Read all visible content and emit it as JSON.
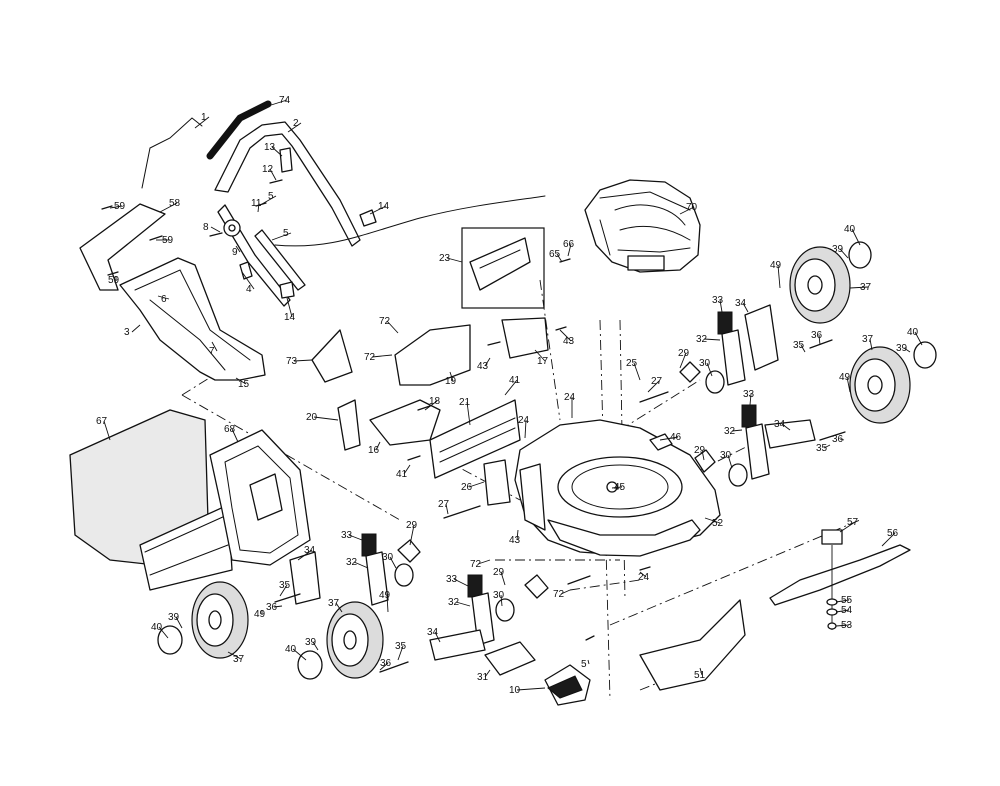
{
  "callouts": [
    {
      "label": "1"
    },
    {
      "label": "74"
    },
    {
      "label": "2"
    },
    {
      "label": "13"
    },
    {
      "label": "12"
    },
    {
      "label": "5"
    },
    {
      "label": "11"
    },
    {
      "label": "5"
    },
    {
      "label": "8"
    },
    {
      "label": "9"
    },
    {
      "label": "14"
    },
    {
      "label": "4"
    },
    {
      "label": "14"
    },
    {
      "label": "59"
    },
    {
      "label": "58"
    },
    {
      "label": "59"
    },
    {
      "label": "59"
    },
    {
      "label": "6"
    },
    {
      "label": "3"
    },
    {
      "label": "7"
    },
    {
      "label": "15"
    },
    {
      "label": "73"
    },
    {
      "label": "72"
    },
    {
      "label": "72"
    },
    {
      "label": "19"
    },
    {
      "label": "23"
    },
    {
      "label": "66"
    },
    {
      "label": "65"
    },
    {
      "label": "70"
    },
    {
      "label": "43"
    },
    {
      "label": "17"
    },
    {
      "label": "43"
    },
    {
      "label": "20"
    },
    {
      "label": "16"
    },
    {
      "label": "18"
    },
    {
      "label": "21"
    },
    {
      "label": "41"
    },
    {
      "label": "41"
    },
    {
      "label": "24"
    },
    {
      "label": "24"
    },
    {
      "label": "46"
    },
    {
      "label": "45"
    },
    {
      "label": "26"
    },
    {
      "label": "27"
    },
    {
      "label": "43"
    },
    {
      "label": "52"
    },
    {
      "label": "72"
    },
    {
      "label": "24"
    },
    {
      "label": "72"
    },
    {
      "label": "25"
    },
    {
      "label": "29"
    },
    {
      "label": "27"
    },
    {
      "label": "30"
    },
    {
      "label": "33"
    },
    {
      "label": "32"
    },
    {
      "label": "34"
    },
    {
      "label": "49"
    },
    {
      "label": "35"
    },
    {
      "label": "36"
    },
    {
      "label": "40"
    },
    {
      "label": "39"
    },
    {
      "label": "37"
    },
    {
      "label": "37"
    },
    {
      "label": "40"
    },
    {
      "label": "39"
    },
    {
      "label": "49"
    },
    {
      "label": "33"
    },
    {
      "label": "32"
    },
    {
      "label": "34"
    },
    {
      "label": "29"
    },
    {
      "label": "30"
    },
    {
      "label": "35"
    },
    {
      "label": "36"
    },
    {
      "label": "57"
    },
    {
      "label": "56"
    },
    {
      "label": "55"
    },
    {
      "label": "54"
    },
    {
      "label": "53"
    },
    {
      "label": "51"
    },
    {
      "label": "67"
    },
    {
      "label": "68"
    },
    {
      "label": "33"
    },
    {
      "label": "32"
    },
    {
      "label": "29"
    },
    {
      "label": "30"
    },
    {
      "label": "34"
    },
    {
      "label": "35"
    },
    {
      "label": "36"
    },
    {
      "label": "49"
    },
    {
      "label": "39"
    },
    {
      "label": "40"
    },
    {
      "label": "37"
    },
    {
      "label": "33"
    },
    {
      "label": "32"
    },
    {
      "label": "29"
    },
    {
      "label": "30"
    },
    {
      "label": "49"
    },
    {
      "label": "34"
    },
    {
      "label": "37"
    },
    {
      "label": "39"
    },
    {
      "label": "40"
    },
    {
      "label": "36"
    },
    {
      "label": "35"
    },
    {
      "label": "31"
    },
    {
      "label": "10"
    },
    {
      "label": "5"
    }
  ]
}
